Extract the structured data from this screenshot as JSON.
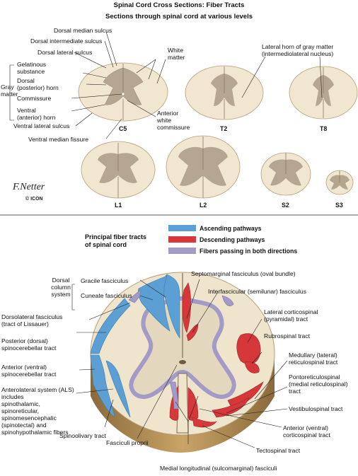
{
  "header": {
    "title": "Spinal Cord Cross Sections: Fiber Tracts",
    "subtitle": "Sections through spinal cord at various levels"
  },
  "upper_labels": {
    "dorsal_median_sulcus": "Dorsal median sulcus",
    "dorsal_intermediate_sulcus": "Dorsal intermediate sulcus",
    "dorsal_lateral_sulcus": "Dorsal lateral sulcus",
    "gray_matter": "Gray\nmatter",
    "gelatinous_substance": "Gelatinous\nsubstance",
    "dorsal_horn": "Dorsal\n(posterior) horn",
    "commissure": "Commissure",
    "ventral_horn": "Ventral\n(anterior) horn",
    "ventral_lateral_sulcus": "Ventral lateral sulcus",
    "ventral_median_fissure": "Ventral median fissure",
    "white_matter": "White\nmatter",
    "lateral_horn": "Lateral horn of gray matter\n(intermediolateral nucleus)",
    "anterior_white_commissure": "Anterior\nwhite\ncommissure"
  },
  "levels": {
    "c5": "C5",
    "t2": "T2",
    "t8": "T8",
    "l1": "L1",
    "l2": "L2",
    "s2": "S2",
    "s3": "S3"
  },
  "legend": {
    "title": "Principal fiber tracts\nof spinal cord",
    "items": [
      {
        "label": "Ascending pathways",
        "color": "#5b9fd4"
      },
      {
        "label": "Descending pathways",
        "color": "#d6373a"
      },
      {
        "label": "Fibers passing in both directions",
        "color": "#a49ac8"
      }
    ]
  },
  "lower_labels": {
    "dorsal_column_system": "Dorsal\ncolumn\nsystem",
    "gracile": "Gracile fasciculus",
    "cuneate": "Cuneate fasciculus",
    "dorsolateral": "Dorsolateral fasciculus\n(tract of Lissauer)",
    "post_spinocerebellar": "Posterior (dorsal)\nspinocerebellar tract",
    "ant_spinocerebellar": "Anterior (ventral)\nspinocerebellar tract",
    "als": "Anterolateral system (ALS)\nincludes\nspinothalamic,\nspinoreticular,\nspinomesencephalic\n(spinotectal) and\nspinohypothalamic fibers",
    "spinoolivary": "Spinoolivary tract",
    "fasciculi_proprii": "Fasciculi proprii",
    "septomarginal": "Septomarginal fasciculus (oval bundle)",
    "interfascicular": "Interfascicular (semilunar) fasciculus",
    "lateral_corticospinal": "Lateral corticospinal\n(pyramidal) tract",
    "rubrospinal": "Rubrospinal tract",
    "medullary_reticulospinal": "Medullary (lateral)\nreticulospinal tract",
    "pontoreticulospinal": "Pontoreticulospinal\n(medial reticulospinal)\ntract",
    "vestibulospinal": "Vestibulospinal tract",
    "ant_corticospinal": "Anterior (ventral)\ncorticospinal tract",
    "tectospinal": "Tectospinal tract",
    "medial_longitudinal": "Medial longitudinal (sulcomarginal) fasciculi"
  },
  "colors": {
    "white_matter": "#efe4cc",
    "gray_matter": "#b4a48e",
    "ascending": "#5b9fd4",
    "descending": "#d6373a",
    "both": "#a49ac8"
  }
}
